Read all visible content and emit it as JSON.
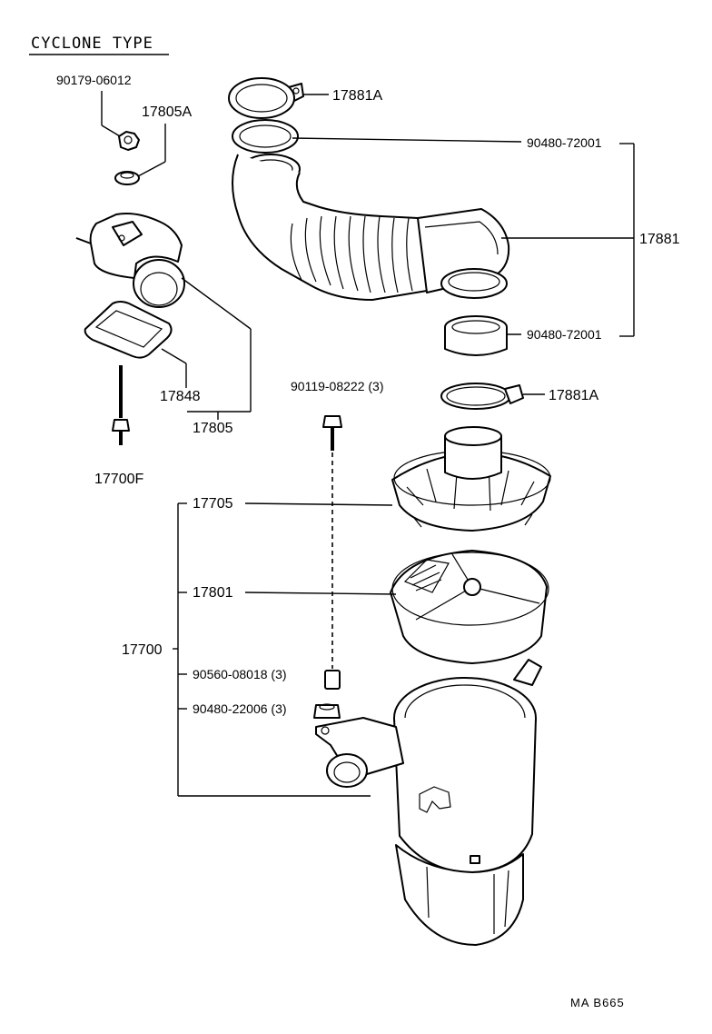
{
  "title": "CYCLONE TYPE",
  "reference": "MA  B665",
  "labels": {
    "p90179_06012": "90179-06012",
    "p17805A": "17805A",
    "p17848": "17848",
    "p17805": "17805",
    "p17700F": "17700F",
    "p17881A_top": "17881A",
    "p90480_72001_top": "90480-72001",
    "p17881": "17881",
    "p90480_72001_bottom": "90480-72001",
    "p17881A_bottom": "17881A",
    "p90119_08222": "90119-08222 (3)",
    "p17705": "17705",
    "p17801": "17801",
    "p17700": "17700",
    "p90560_08018": "90560-08018 (3)",
    "p90480_22006": "90480-22006 (3)"
  }
}
